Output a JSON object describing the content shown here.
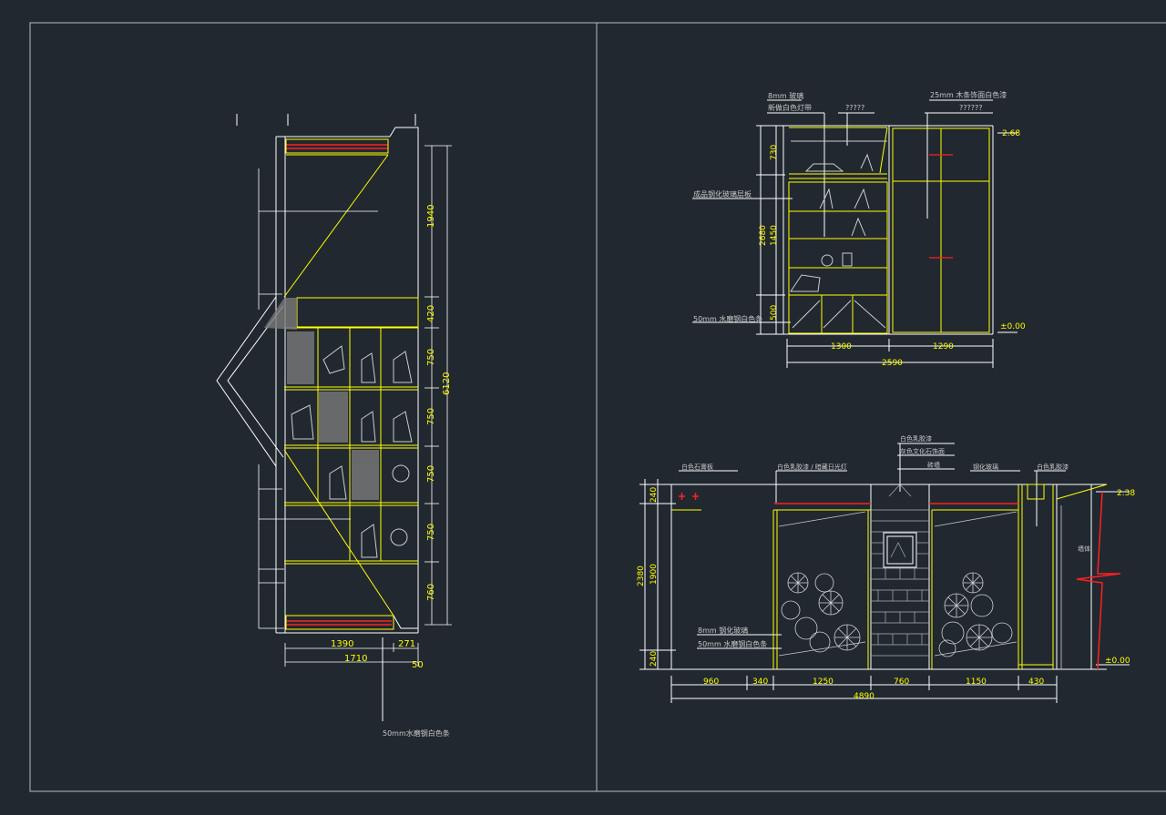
{
  "colors": {
    "background": "#212830",
    "frame": "#b8bcc2",
    "outline": "#ffffff",
    "accent": "#ffff00",
    "highlight": "#ff2020",
    "hatch": "#b0b0b0",
    "dimension": "#ffff00",
    "annotation": "#c8c8c8"
  },
  "left_elevation": {
    "dims_vertical": [
      "1940",
      "420",
      "750",
      "750",
      "750",
      "750",
      "760"
    ],
    "dim_total": "6120",
    "dims_horizontal": [
      "1390",
      "271"
    ],
    "dim_width_total": "1710",
    "dim_small": "50",
    "note_bottom": "50mm水磨钢白色条"
  },
  "top_right_elevation": {
    "notes": {
      "n1": "8mm 玻璃",
      "n2": "新做白色灯带",
      "n3": "?????",
      "n4": "25mm 木条饰面白色漆",
      "n5": "??????",
      "n6": "成品钢化玻璃层板",
      "n7": "50mm 水磨钢白色条"
    },
    "dims_vertical": [
      "730",
      "1450",
      "500"
    ],
    "dim_total": "2680",
    "dims_horizontal": [
      "1300",
      "1290"
    ],
    "dim_width_total": "2590",
    "level_top": "2.68",
    "level_bottom": "±0.00"
  },
  "bottom_right_elevation": {
    "notes": {
      "n1": "白色石膏板",
      "n2": "白色乳胶漆",
      "n3": "砖墙",
      "n4": "灰色文化石饰面",
      "n5": "白色乳胶漆 / 暗藏日光灯",
      "n6": "钢化玻璃",
      "n7": "白色乳胶漆",
      "n8": "8mm 钢化玻璃",
      "n9": "50mm 水磨钢白色条",
      "n10": "墙体"
    },
    "dims_vertical": [
      "240",
      "1900",
      "240"
    ],
    "dim_total": "2380",
    "dims_horizontal": [
      "960",
      "340",
      "1250",
      "760",
      "1150",
      "430"
    ],
    "dim_width_total": "4890",
    "level_top": "2.38",
    "level_bottom": "±0.00"
  }
}
